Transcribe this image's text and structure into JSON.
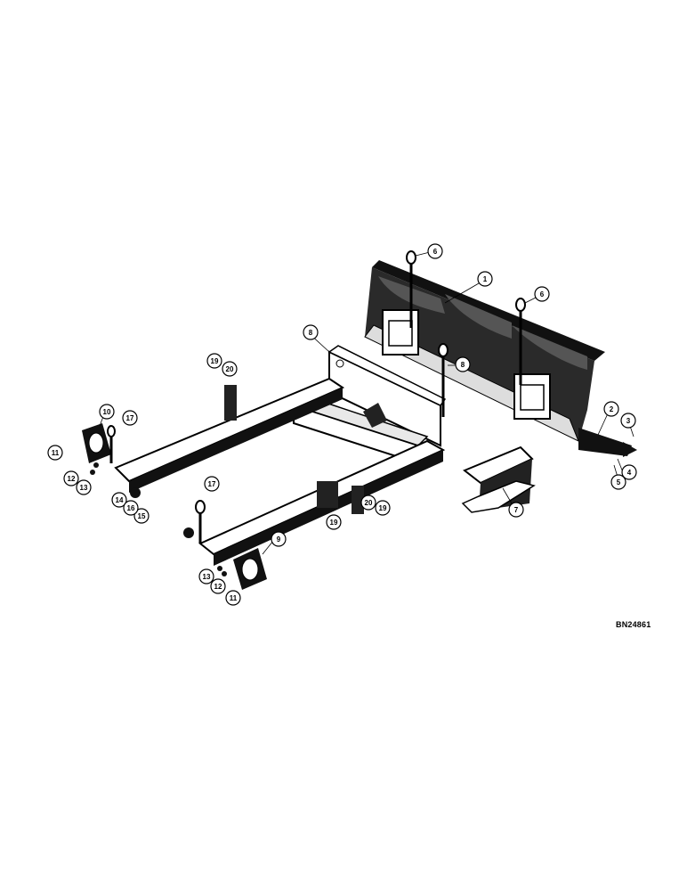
{
  "figure": {
    "reference_code": "BN24861",
    "callouts": [
      {
        "id": "c1",
        "label": "1"
      },
      {
        "id": "c2",
        "label": "2"
      },
      {
        "id": "c3",
        "label": "3"
      },
      {
        "id": "c4",
        "label": "4"
      },
      {
        "id": "c5",
        "label": "5"
      },
      {
        "id": "c6a",
        "label": "6"
      },
      {
        "id": "c6b",
        "label": "6"
      },
      {
        "id": "c7",
        "label": "7"
      },
      {
        "id": "c8a",
        "label": "8"
      },
      {
        "id": "c8b",
        "label": "8"
      },
      {
        "id": "c9",
        "label": "9"
      },
      {
        "id": "c10",
        "label": "10"
      },
      {
        "id": "c11a",
        "label": "11"
      },
      {
        "id": "c11b",
        "label": "11"
      },
      {
        "id": "c12a",
        "label": "12"
      },
      {
        "id": "c12b",
        "label": "12"
      },
      {
        "id": "c13a",
        "label": "13"
      },
      {
        "id": "c13b",
        "label": "13"
      },
      {
        "id": "c14",
        "label": "14"
      },
      {
        "id": "c15",
        "label": "15"
      },
      {
        "id": "c16",
        "label": "16"
      },
      {
        "id": "c17a",
        "label": "17"
      },
      {
        "id": "c17b",
        "label": "17"
      },
      {
        "id": "c19a",
        "label": "19"
      },
      {
        "id": "c19b",
        "label": "19"
      },
      {
        "id": "c19c",
        "label": "19"
      },
      {
        "id": "c20a",
        "label": "20"
      },
      {
        "id": "c20b",
        "label": "20"
      }
    ]
  }
}
